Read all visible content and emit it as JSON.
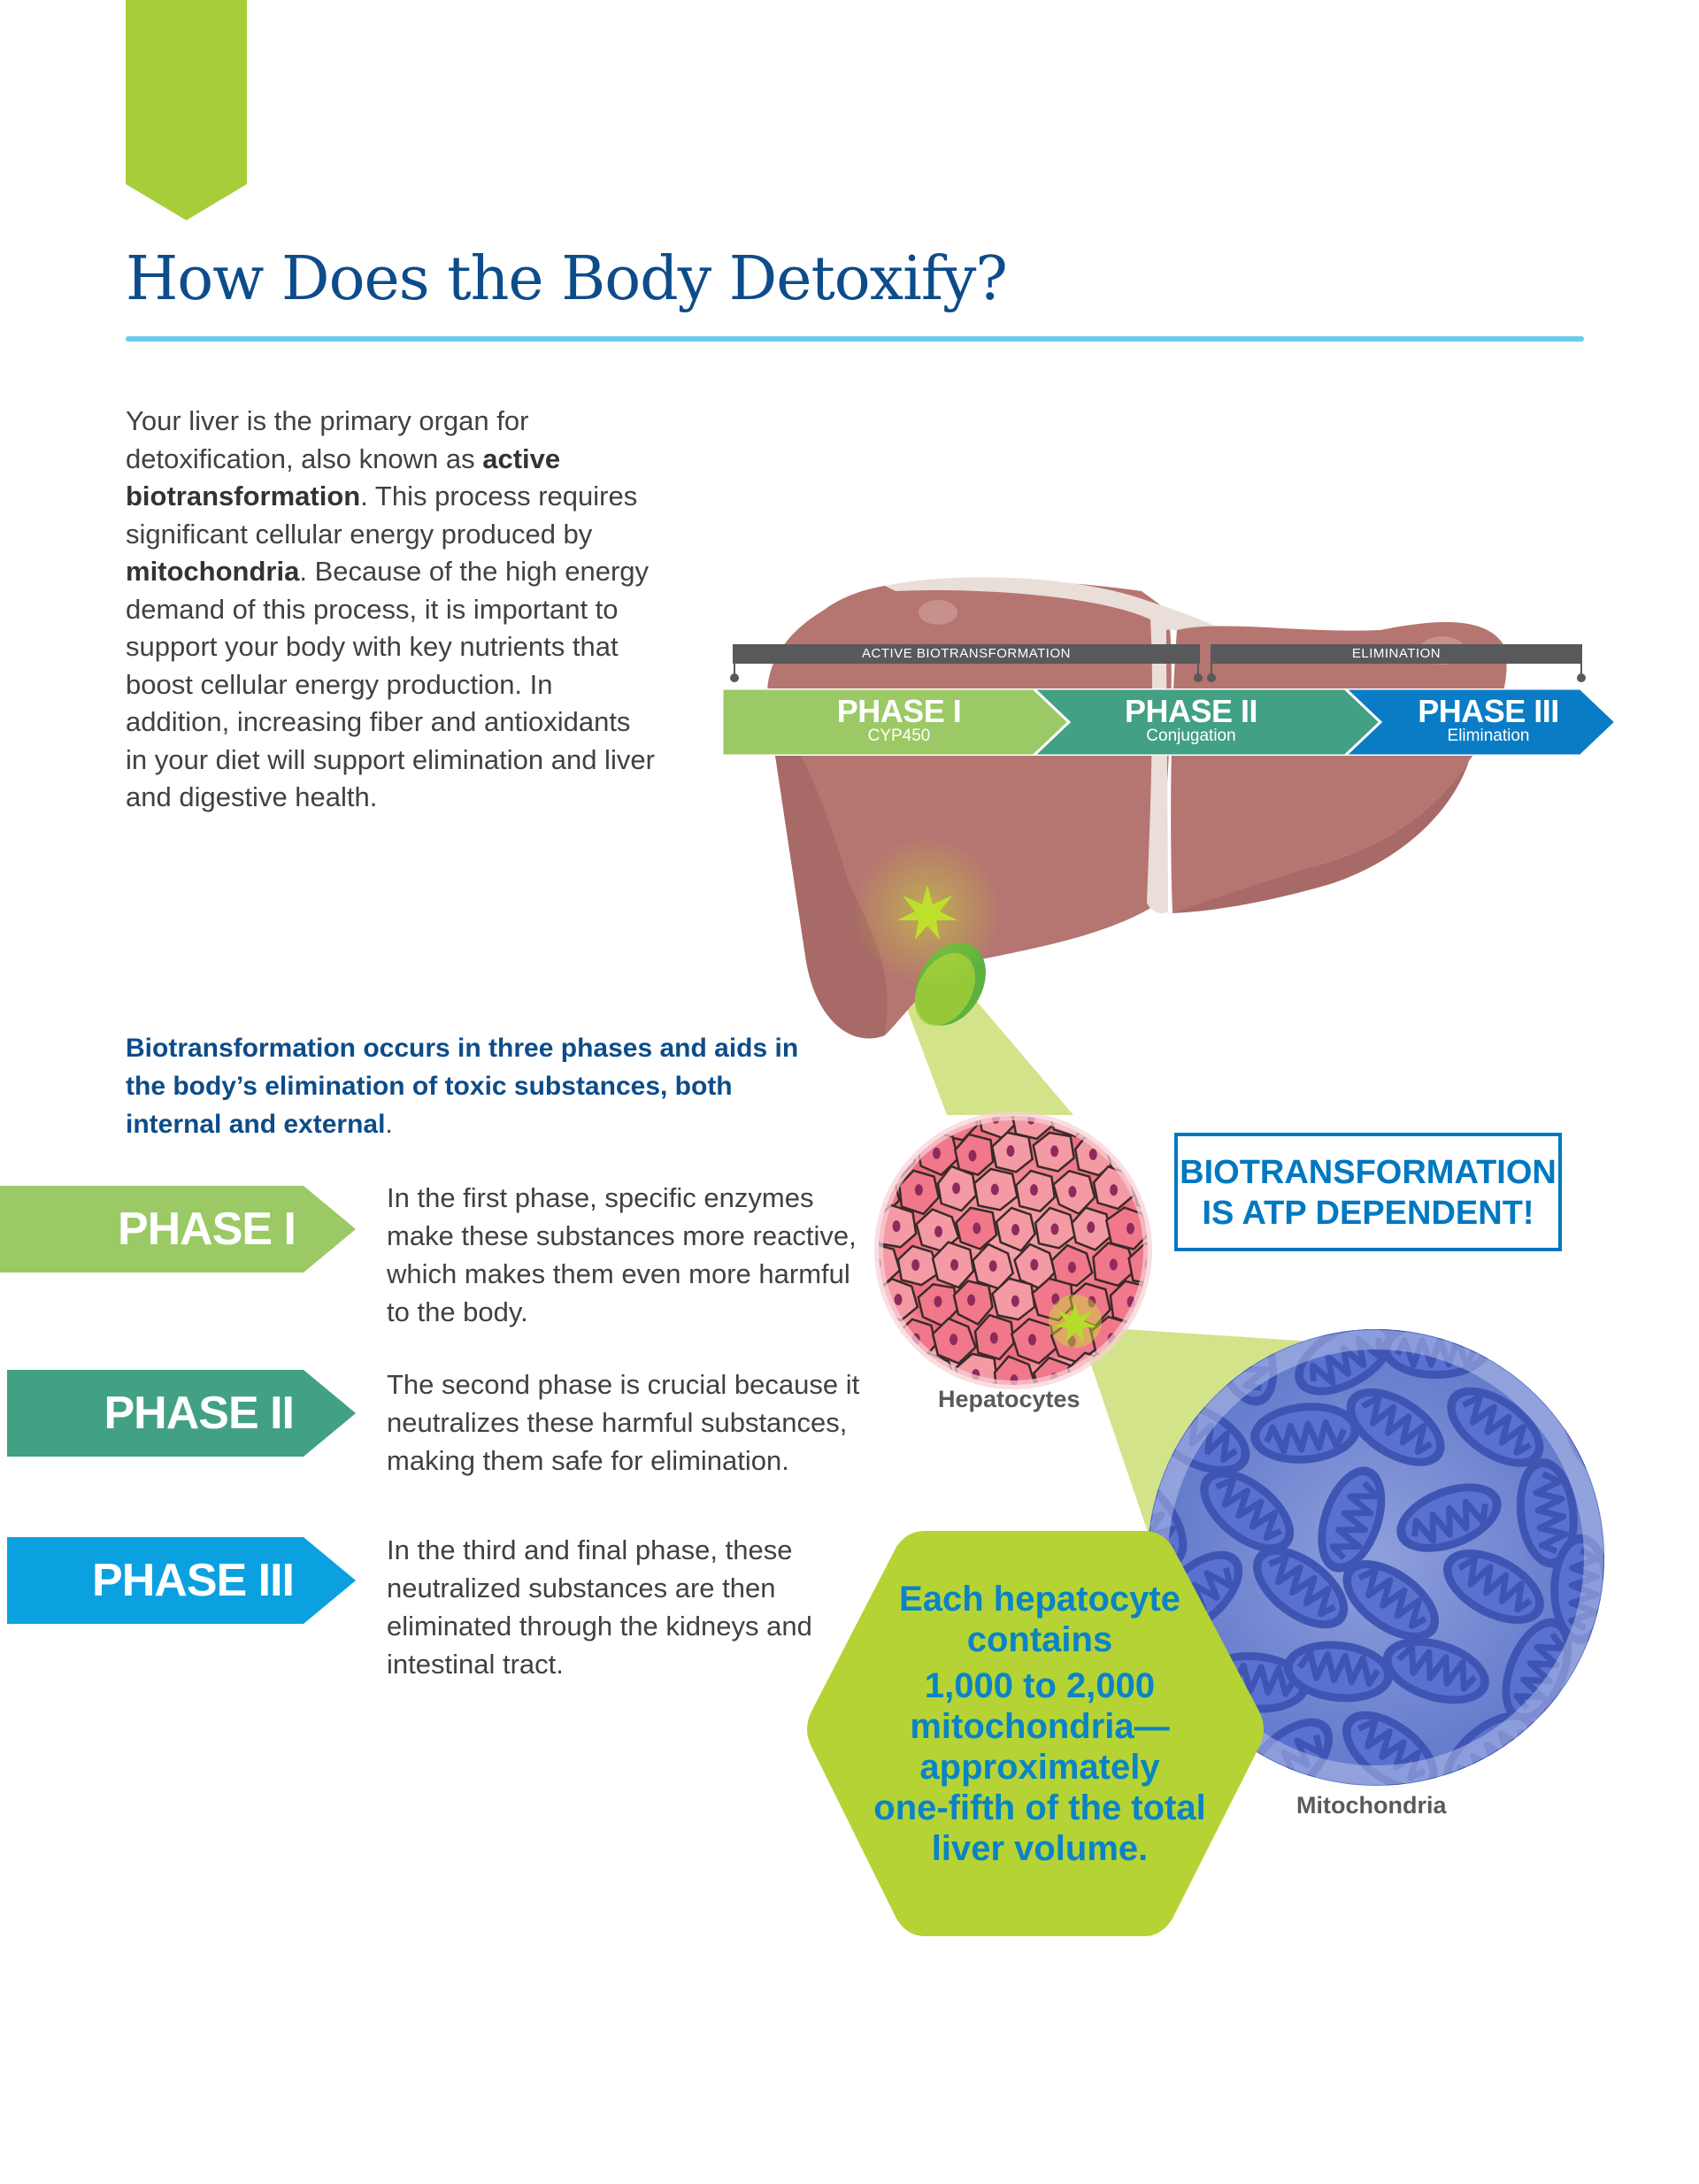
{
  "colors": {
    "brand_green": "#a8cd3a",
    "title_blue": "#0d4c8a",
    "rule_blue": "#6ccbf0",
    "phase1_green": "#9bc965",
    "phase2_teal": "#42a084",
    "phase3_blue_chevron": "#0a7cc5",
    "phase3_blue_arrow": "#0ba1e0",
    "atp_blue": "#0078c1",
    "hex_lime": "#b5d334",
    "hex_text_blue": "#0a84c6",
    "liver": "#b57571",
    "bar_gray": "#58595b"
  },
  "header": {
    "title": "How Does the Body Detoxify?"
  },
  "intro": {
    "segments": [
      {
        "text": "Your liver is the primary organ for detoxification, also known as ",
        "bold": false
      },
      {
        "text": "active biotransformation",
        "bold": true
      },
      {
        "text": ". This process requires significant cellular energy produced by ",
        "bold": false
      },
      {
        "text": "mitochondria",
        "bold": true
      },
      {
        "text": ". Because of the high energy demand of this process, it is important to support your body with key nutrients that boost cellular energy production. In addition, increasing fiber and antioxidants in your diet will support elimination and liver and digestive health.",
        "bold": false
      }
    ]
  },
  "liver_diagram": {
    "span_labels": {
      "active": "ACTIVE BIOTRANSFORMATION",
      "elimination": "ELIMINATION"
    },
    "chevrons": [
      {
        "name": "PHASE I",
        "sub": "CYP450"
      },
      {
        "name": "PHASE II",
        "sub": "Conjugation"
      },
      {
        "name": "PHASE III",
        "sub": "Elimination"
      }
    ]
  },
  "lead": {
    "text": "Biotransformation occurs in three phases and aids in the body’s elimination of toxic substances, both internal and external",
    "end": "."
  },
  "phases": [
    {
      "label": "PHASE I",
      "description": "In the first phase, specific enzymes make these substances more reactive, which makes them even more harmful to the body."
    },
    {
      "label": "PHASE II",
      "description": "The second phase is crucial because it neutralizes these harmful substances, making them safe for elimination."
    },
    {
      "label": "PHASE III",
      "description": "In the third and final phase, these neutralized substances are then eliminated through the kidneys and intestinal tract."
    }
  ],
  "callout": {
    "line1": "BIOTRANSFORMATION",
    "line2": "IS ATP DEPENDENT!"
  },
  "illustrations": {
    "hepatocytes_label": "Hepatocytes",
    "mitochondria_label": "Mitochondria"
  },
  "fact": {
    "lines": [
      "Each hepatocyte",
      "contains",
      "1,000 to 2,000",
      "mitochondria—",
      "approximately",
      "one-fifth of the total",
      "liver volume."
    ]
  }
}
